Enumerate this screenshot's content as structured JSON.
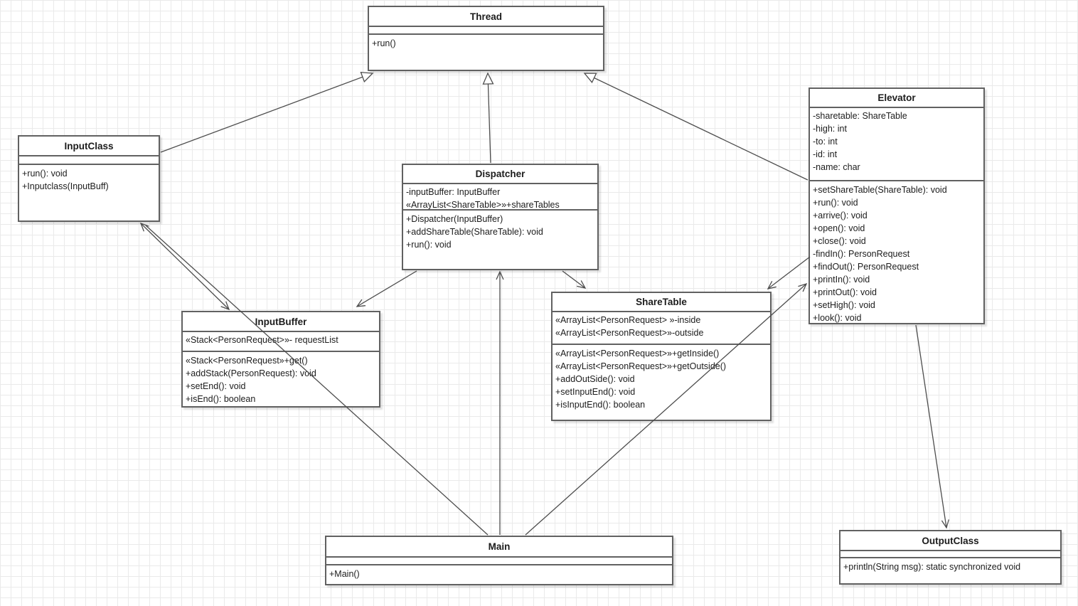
{
  "diagram": {
    "title": "Elevator system UML class diagram",
    "colors": {
      "box_border": "#616161",
      "box_fill": "#ffffff",
      "line": "#4d4d4d",
      "text": "#1c1c1c",
      "grid": "#eaeaea",
      "background": "#ffffff"
    },
    "classes": [
      {
        "id": "thread",
        "title": "Thread",
        "attributes": [],
        "methods": [
          "+run()"
        ]
      },
      {
        "id": "inputclass",
        "title": "InputClass",
        "attributes": [],
        "methods": [
          "+run(): void",
          "+Inputclass(InputBuff)"
        ]
      },
      {
        "id": "dispatcher",
        "title": "Dispatcher",
        "attributes": [
          "-inputBuffer: InputBuffer",
          "«ArrayList<ShareTable>»+shareTables"
        ],
        "methods": [
          "+Dispatcher(InputBuffer)",
          "+addShareTable(ShareTable): void",
          "+run(): void"
        ]
      },
      {
        "id": "elevator",
        "title": "Elevator",
        "attributes": [
          "-sharetable: ShareTable",
          "-high: int",
          "-to: int",
          "-id: int",
          "-name: char"
        ],
        "methods": [
          "+setShareTable(ShareTable): void",
          "+run(): void",
          "+arrive(): void",
          "+open(): void",
          "+close(): void",
          "-findIn(): PersonRequest",
          "+findOut(): PersonRequest",
          "+printIn(): void",
          "+printOut(): void",
          "+setHigh(): void",
          "+look(): void"
        ]
      },
      {
        "id": "inputbuffer",
        "title": "InputBuffer",
        "attributes": [
          "«Stack<PersonRequest>»- requestList"
        ],
        "methods": [
          "«Stack<PersonRequest»+get()",
          "+addStack(PersonRequest): void",
          "+setEnd(): void",
          "+isEnd(): boolean"
        ]
      },
      {
        "id": "sharetable",
        "title": "ShareTable",
        "attributes": [
          "«ArrayList<PersonRequest> »-inside",
          "«ArrayList<PersonRequest>»-outside"
        ],
        "methods": [
          "«ArrayList<PersonRequest>»+getInside()",
          "«ArrayList<PersonRequest>»+getOutside()",
          "+addOutSide(): void",
          "+setInputEnd(): void",
          "+isInputEnd(): boolean"
        ]
      },
      {
        "id": "main",
        "title": "Main",
        "attributes": [],
        "methods": [
          "+Main()"
        ]
      },
      {
        "id": "outputclass",
        "title": "OutputClass",
        "attributes": [],
        "methods": [
          "+println(String msg): static synchronized void"
        ]
      }
    ],
    "relationships": [
      {
        "from": "InputClass",
        "to": "Thread",
        "type": "generalization"
      },
      {
        "from": "Dispatcher",
        "to": "Thread",
        "type": "generalization"
      },
      {
        "from": "Elevator",
        "to": "Thread",
        "type": "generalization"
      },
      {
        "from": "InputClass",
        "to": "InputBuffer",
        "type": "association-bidirectional"
      },
      {
        "from": "Main",
        "to": "InputClass",
        "type": "association-plain"
      },
      {
        "from": "Dispatcher",
        "to": "InputBuffer",
        "type": "association"
      },
      {
        "from": "Dispatcher",
        "to": "ShareTable",
        "type": "association"
      },
      {
        "from": "Main",
        "to": "Dispatcher",
        "type": "association"
      },
      {
        "from": "Main",
        "to": "Elevator",
        "type": "association"
      },
      {
        "from": "Elevator",
        "to": "ShareTable",
        "type": "association"
      },
      {
        "from": "Elevator",
        "to": "OutputClass",
        "type": "association"
      }
    ]
  }
}
